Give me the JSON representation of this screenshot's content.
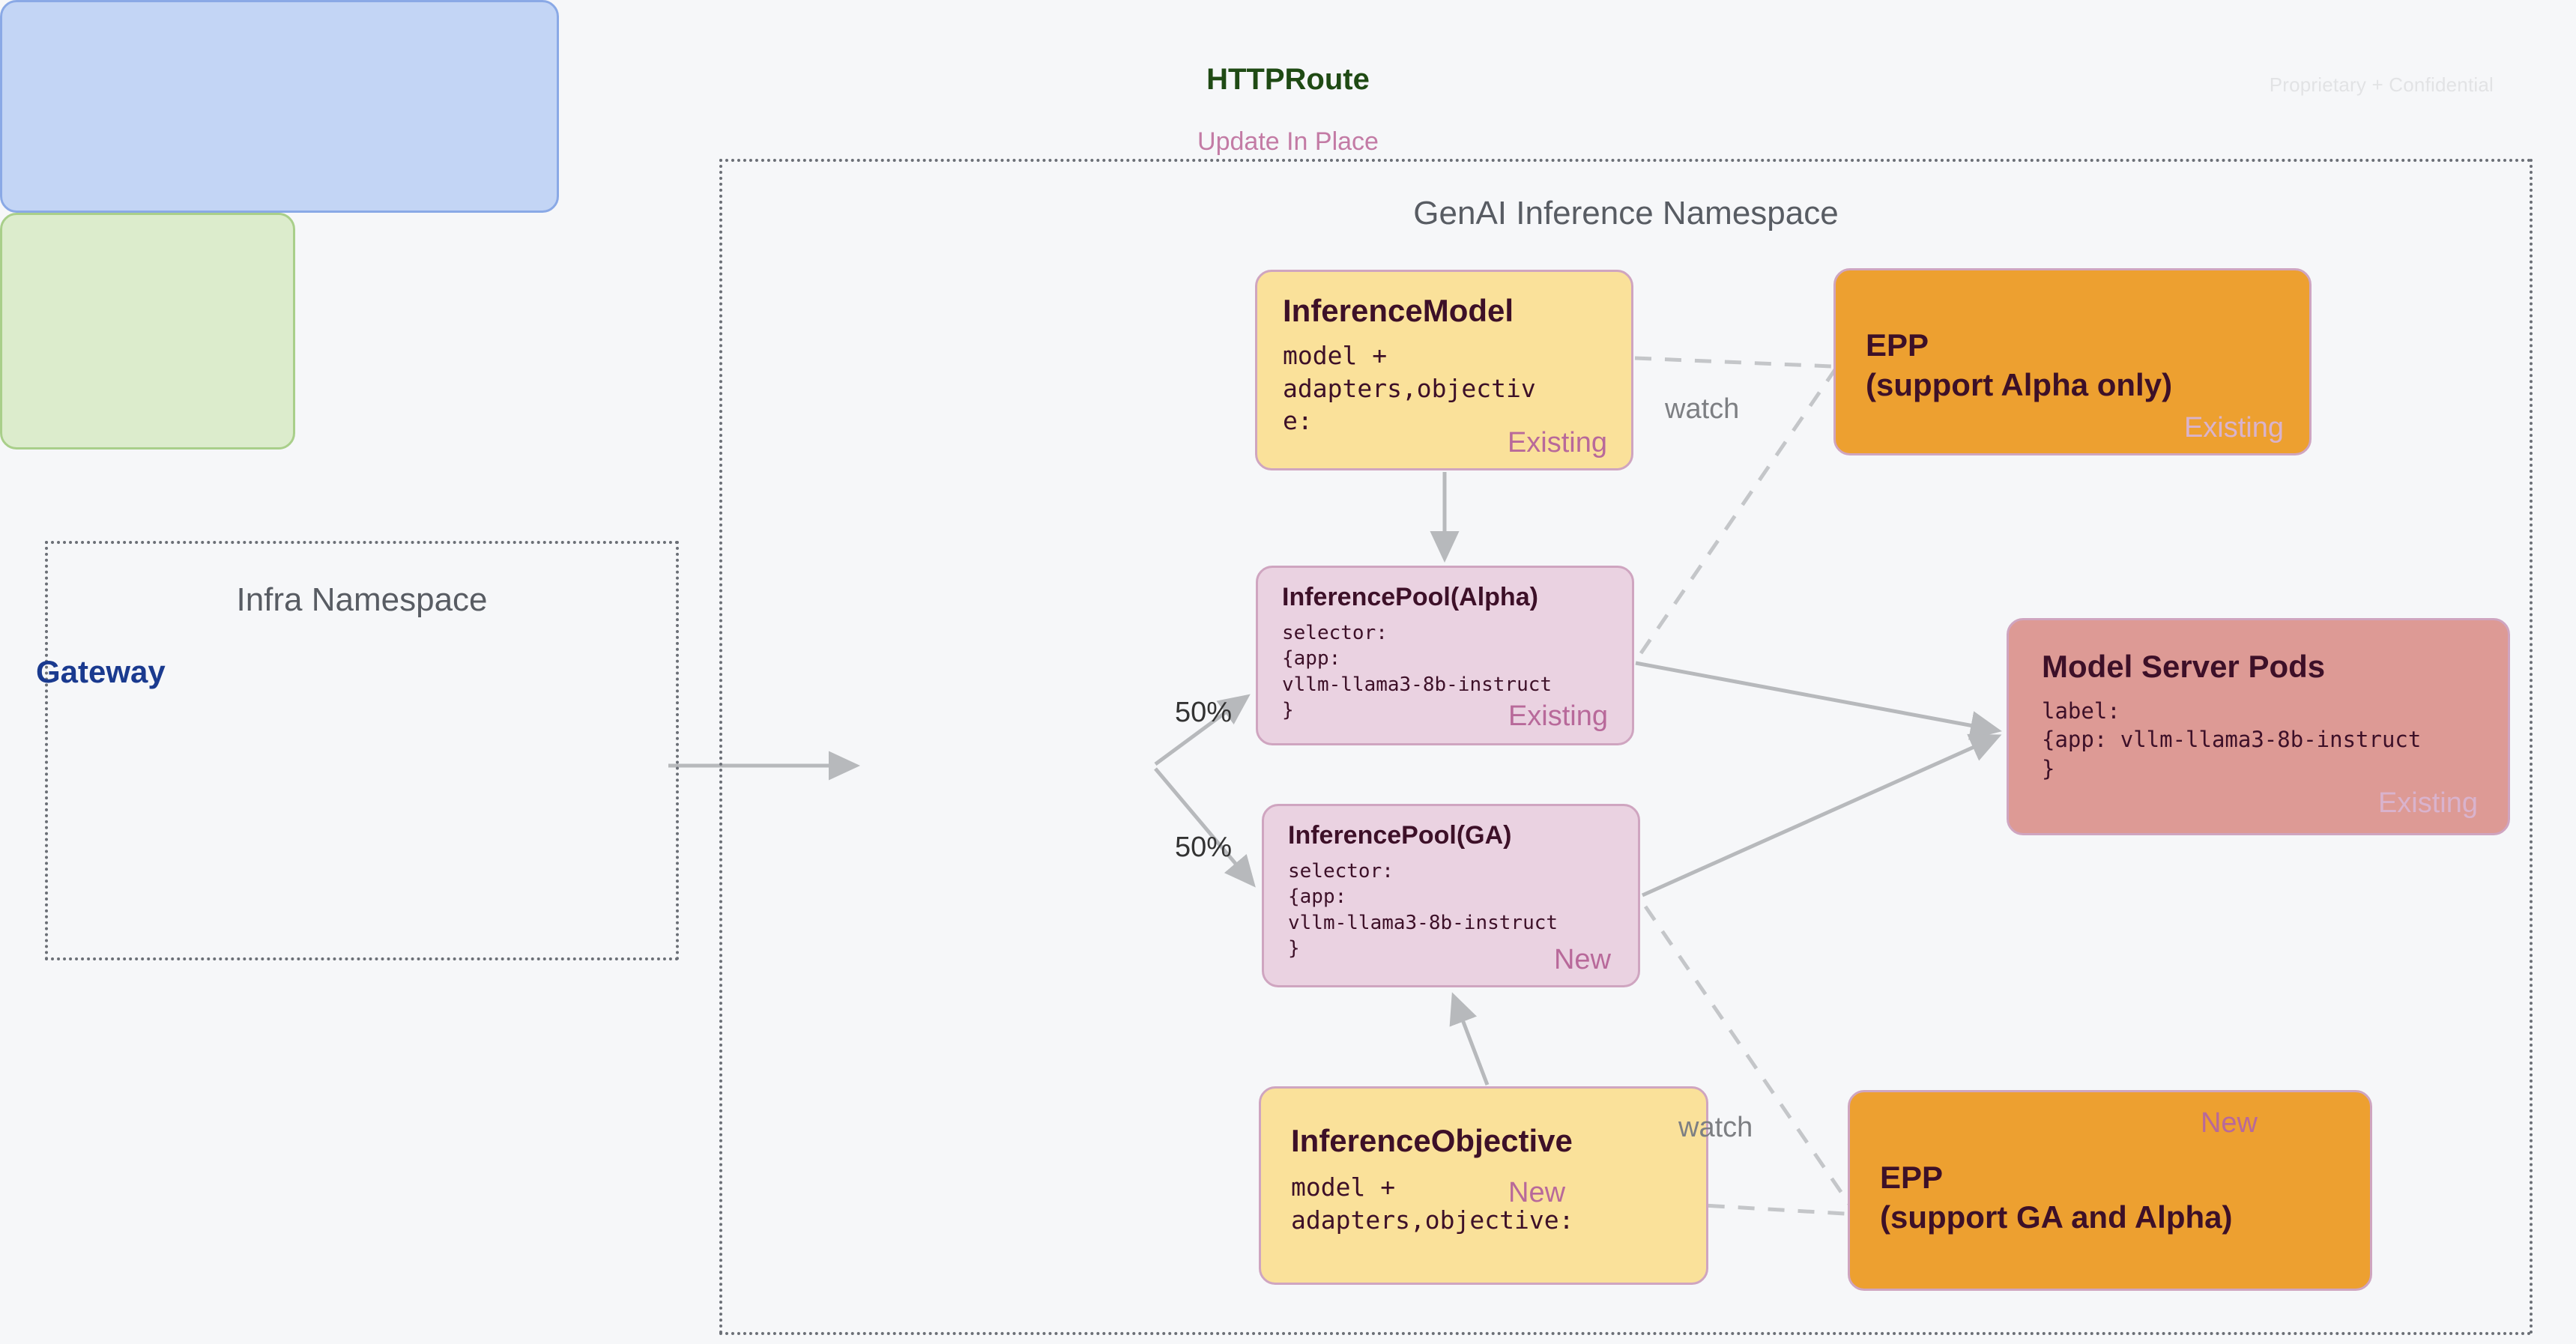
{
  "watermark": "Proprietary + Confidential",
  "namespaces": [
    {
      "id": "genai",
      "title": "GenAI Inference Namespace"
    },
    {
      "id": "infra",
      "title": "Infra Namespace"
    }
  ],
  "nodes": {
    "gateway": {
      "label": "Gateway"
    },
    "httproute": {
      "title": "HTTPRoute",
      "subtitle": "Update In Place"
    },
    "inference_model": {
      "title": "InferenceModel",
      "code": "model +\nadapters,objectiv\ne:",
      "badge": "Existing"
    },
    "inference_pool_alpha": {
      "title": "InferencePool(Alpha)",
      "code": "selector:\n{app:\nvllm-llama3-8b-instruct\n}",
      "badge": "Existing"
    },
    "inference_pool_ga": {
      "title": "InferencePool(GA)",
      "code": "selector:\n{app:\nvllm-llama3-8b-instruct\n}",
      "badge": "New"
    },
    "inference_objective": {
      "title": "InferenceObjective",
      "code": "model +\nadapters,objective:",
      "badge": "New"
    },
    "epp_alpha": {
      "title": "EPP\n(support Alpha only)",
      "badge": "Existing"
    },
    "epp_ga": {
      "title": "EPP\n(support GA and Alpha)",
      "badge": "New"
    },
    "model_server_pods": {
      "title": "Model Server Pods",
      "code": "label:\n{app: vllm-llama3-8b-instruct\n}",
      "badge": "Existing"
    }
  },
  "edges": {
    "split_alpha": "50%",
    "split_ga": "50%",
    "watch_alpha": "watch",
    "watch_ga": "watch"
  },
  "colors": {
    "canvas": "#f6f7f9",
    "gateway_fill": "#c3d5f5",
    "gateway_text": "#1a3a8f",
    "httproute_fill": "#dceccc",
    "httproute_text": "#1f4a14",
    "yellow_fill": "#fae19a",
    "pink_fill": "#ead2e1",
    "orange_fill": "#eda030",
    "pods_fill": "#dd9a95",
    "node_border": "#cfa5c0",
    "badge": "#b8699a",
    "badge_faded": "#d9b3cd",
    "node_text": "#3d1028",
    "edge": "#b7b9bc",
    "namespace_border": "#6b6f76",
    "namespace_title": "#585c63",
    "watermark": "#e2e3e5"
  }
}
